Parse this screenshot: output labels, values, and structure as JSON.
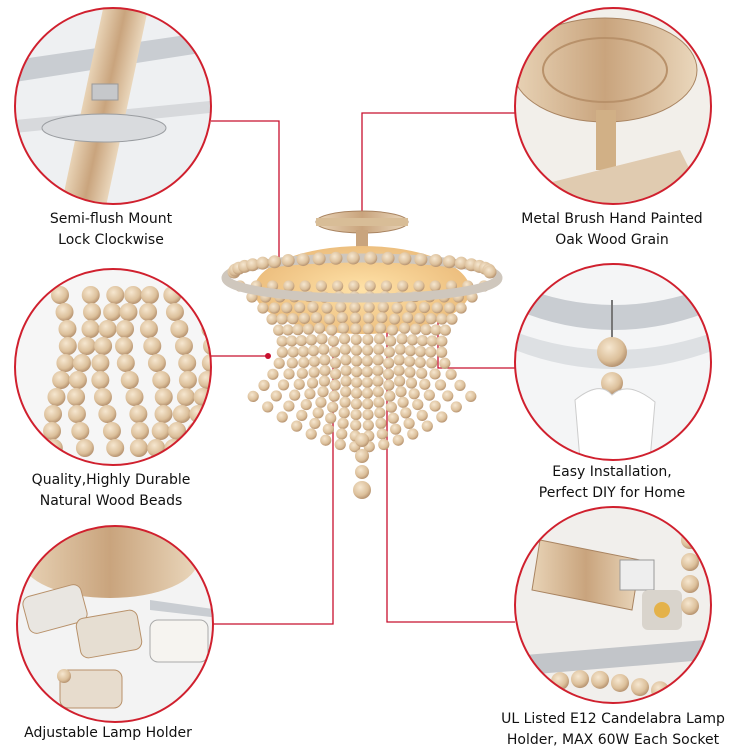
{
  "captions": {
    "top_left": {
      "line1": "Semi-flush Mount",
      "line2": "Lock Clockwise"
    },
    "top_right": {
      "line1": "Metal Brush Hand Painted",
      "line2": "Oak Wood Grain"
    },
    "mid_left": {
      "line1": "Quality,Highly Durable",
      "line2": "Natural Wood Beads"
    },
    "mid_right": {
      "line1": "Easy Installation,",
      "line2": "Perfect DIY for Home"
    },
    "bottom_left": {
      "line1": "Adjustable Lamp Holder"
    },
    "bottom_right": {
      "line1": "UL Listed  E12 Candelabra Lamp",
      "line2": "Holder, MAX 60W Each Socket"
    }
  },
  "colors": {
    "callout_line": "#c8102e",
    "circle_border": "#d0202e",
    "wood_light": "#e9d3b4",
    "wood_mid": "#d9b78d",
    "wood_dark": "#b8916a",
    "metal": "#c9cdd2"
  },
  "icons": [
    "chandelier-image",
    "detail-photo"
  ]
}
